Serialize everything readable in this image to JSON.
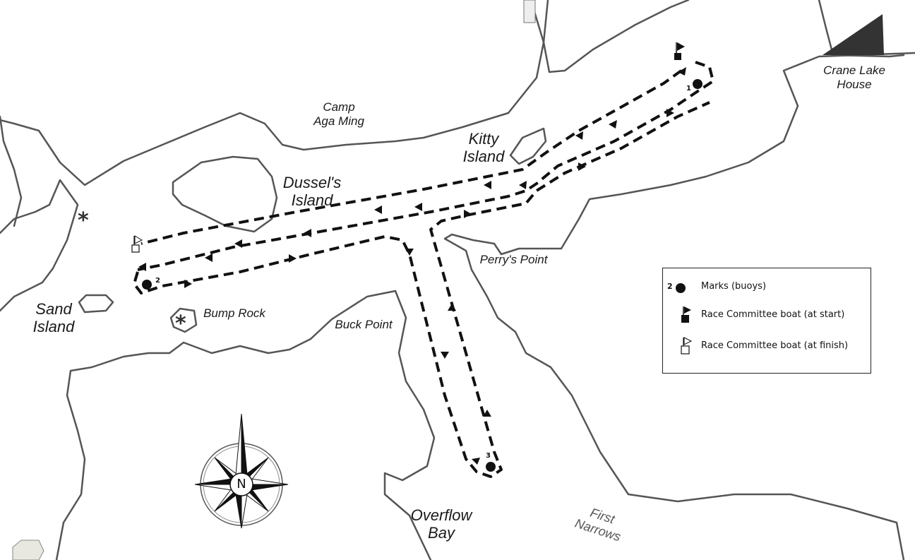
{
  "places": {
    "camp_aga_ming": "Camp\nAga Ming",
    "kitty_island": "Kitty\nIsland",
    "dussels_island": "Dussel's\nIsland",
    "crane_lake_house": "Crane Lake\nHouse",
    "perrys_point": "Perry's Point",
    "sand_island": "Sand\nIsland",
    "bump_rock": "Bump Rock",
    "buck_point": "Buck Point",
    "overflow_bay": "Overflow\nBay",
    "first_narrows": "First\nNarrows"
  },
  "marks": [
    {
      "number": "1"
    },
    {
      "number": "2"
    },
    {
      "number": "3"
    }
  ],
  "compass": {
    "north_label": "N"
  },
  "legend": {
    "marks_number": "2",
    "marks_label": "Marks (buoys)",
    "start_label": "Race Committee boat (at start)",
    "finish_label": "Race Committee boat (at finish)"
  },
  "colors": {
    "ink": "#1a1a1a",
    "land_shadow": "#333333",
    "water": "#ffffff"
  }
}
